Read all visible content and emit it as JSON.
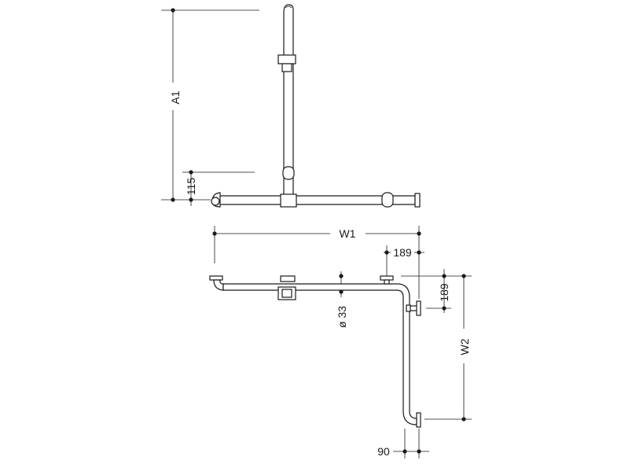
{
  "labels": {
    "a1": "A1",
    "dim_115": "115",
    "w1": "W1",
    "dim_189_top": "189",
    "dim_189_right": "189",
    "dia_33": "ø 33",
    "w2": "W2",
    "dim_90": "90"
  },
  "colors": {
    "line": "#1a1a1a",
    "background": "#ffffff"
  }
}
